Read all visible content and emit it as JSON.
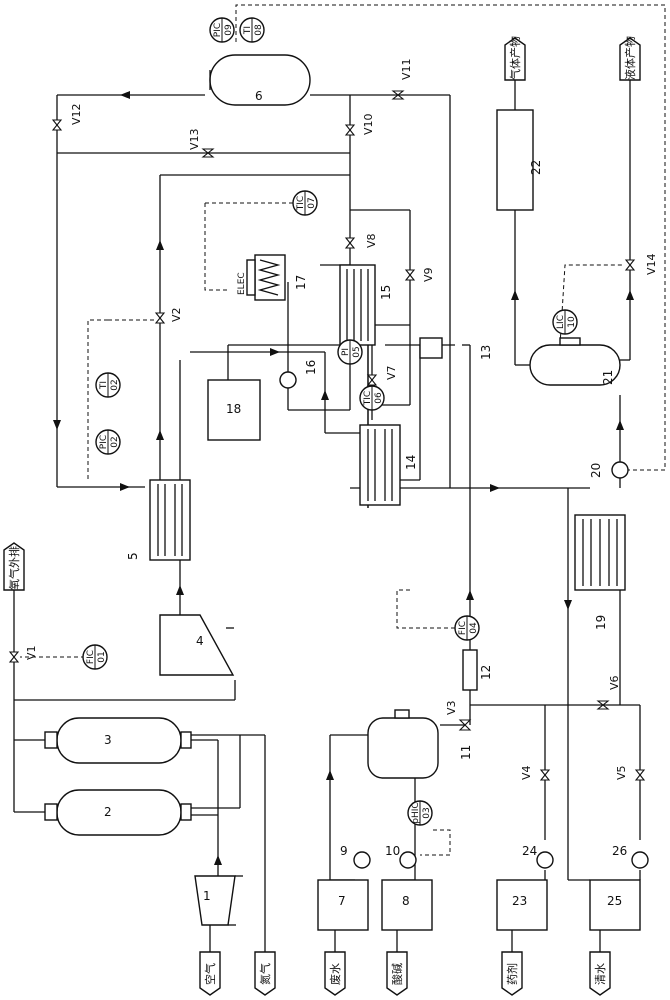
{
  "equipment": {
    "e1": "1",
    "e2": "2",
    "e3": "3",
    "e4": "4",
    "e5": "5",
    "e6": "6",
    "e7": "7",
    "e8": "8",
    "e9": "9",
    "e10": "10",
    "e11": "11",
    "e12": "12",
    "e13": "13",
    "e14": "14",
    "e15": "15",
    "e16": "16",
    "e17": "17",
    "e18": "18",
    "e19": "19",
    "e20": "20",
    "e21": "21",
    "e22": "22",
    "e23": "23",
    "e24": "24",
    "e25": "25",
    "e26": "26"
  },
  "valves": {
    "v1": "V1",
    "v2": "V2",
    "v3": "V3",
    "v4": "V4",
    "v5": "V5",
    "v6": "V6",
    "v7": "V7",
    "v8": "V8",
    "v9": "V9",
    "v10": "V10",
    "v11": "V11",
    "v12": "V12",
    "v13": "V13",
    "v14": "V14"
  },
  "instruments": [
    {
      "id": "pic09",
      "tag": "PIC",
      "num": "09"
    },
    {
      "id": "ti08",
      "tag": "TI",
      "num": "08"
    },
    {
      "id": "tic07",
      "tag": "TIC",
      "num": "07"
    },
    {
      "id": "ti02",
      "tag": "TI",
      "num": "02"
    },
    {
      "id": "pic02",
      "tag": "PIC",
      "num": "02"
    },
    {
      "id": "tic06",
      "tag": "TIC",
      "num": "06"
    },
    {
      "id": "pi05",
      "tag": "PI",
      "num": "05"
    },
    {
      "id": "fic04",
      "tag": "FIC",
      "num": "04"
    },
    {
      "id": "phic03",
      "tag": "pHIC",
      "num": "03"
    },
    {
      "id": "fic01",
      "tag": "FIC",
      "num": "01"
    },
    {
      "id": "lic10",
      "tag": "LIC",
      "num": "10"
    }
  ],
  "streams": {
    "air": "空气",
    "nitrogen": "氮气",
    "oxygen_export": "氧气外排",
    "wastewater": "废水",
    "acid_base": "酸碱",
    "reagent": "药剂",
    "clean_water": "清水",
    "gas_product": "气体产物",
    "liquid_product": "液体产物"
  },
  "elec_label": "ELEC"
}
